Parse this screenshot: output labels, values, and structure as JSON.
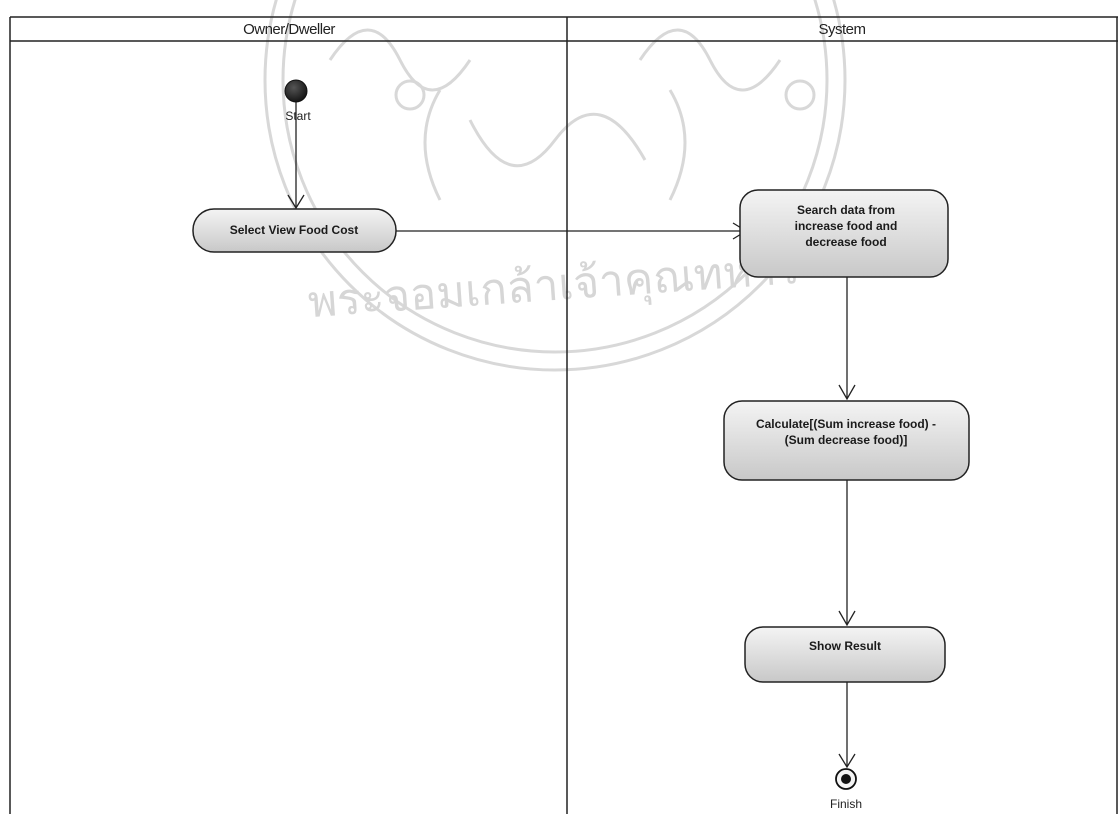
{
  "swimlanes": [
    {
      "name": "Owner/Dweller"
    },
    {
      "name": "System"
    }
  ],
  "start": {
    "label": "Start"
  },
  "finish": {
    "label": "Finish"
  },
  "activities": [
    {
      "id": "select",
      "lines": [
        "Select View Food Cost"
      ]
    },
    {
      "id": "search",
      "lines": [
        "Search data from",
        "increase food and",
        "decrease food"
      ]
    },
    {
      "id": "calculate",
      "lines": [
        "Calculate[(Sum increase food) -",
        "(Sum decrease food)]"
      ]
    },
    {
      "id": "show",
      "lines": [
        "Show Result"
      ]
    }
  ],
  "watermark": {
    "text": "พระจอมเกล้าเจ้าคุณทหาร",
    "icon": "university-seal-icon"
  }
}
